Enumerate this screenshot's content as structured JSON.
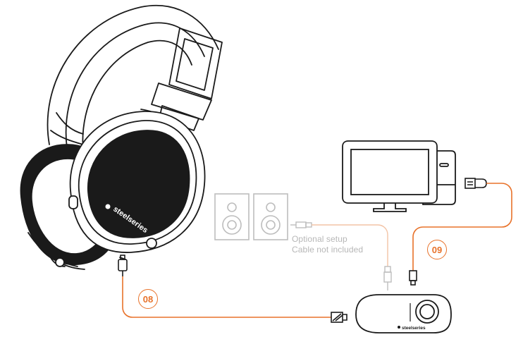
{
  "labels": {
    "optional_line1": "Optional setup",
    "optional_line2": "Cable not included",
    "step_08": "08",
    "step_09": "09",
    "headset_brand": "steelseries",
    "dac_brand": "steelseries"
  },
  "colors": {
    "accent": "#e8722a",
    "line": "#1a1a1a",
    "muted": "#b7b7b7",
    "optional_cable": "#f3c3a5"
  },
  "icons": [
    "headset-icon",
    "speakers-icon",
    "monitor-icon",
    "computer-tower-icon",
    "gamedac-icon",
    "usb-a-plug-icon",
    "micro-usb-plug-icon",
    "audio-jack-plug-icon",
    "steelseries-logo-icon"
  ]
}
